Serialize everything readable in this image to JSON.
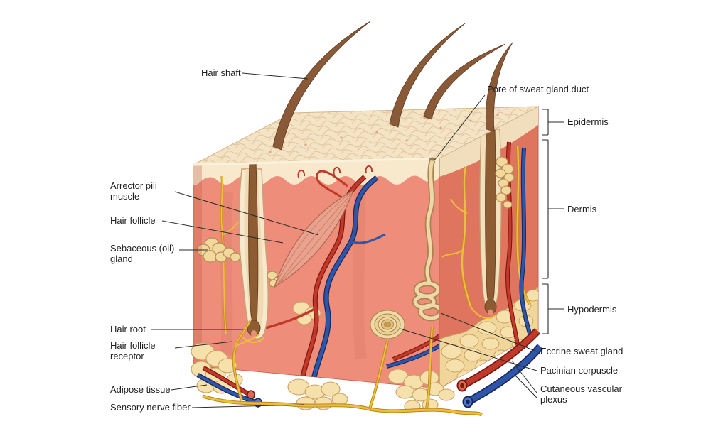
{
  "figure": {
    "type": "anatomical-diagram",
    "subject": "Cross-section of human skin",
    "background": "#ffffff"
  },
  "colors": {
    "epidermis_top": "#f4e3c4",
    "epidermis_band": "#f8e9cd",
    "dermis_front": "#ee8d79",
    "dermis_side": "#e0755f",
    "adipose": "#f6e0ac",
    "adipose_outline": "#c9a05e",
    "hair_brown": "#8a5a38",
    "artery_red": "#c0392b",
    "vein_blue": "#2f55a8",
    "nerve_yellow": "#ecbe3c",
    "sweat_gland": "#eed7a8",
    "muscle": "#e8a28d",
    "label_text": "#1e1e1e"
  },
  "labels": {
    "left": [
      {
        "name": "hair-shaft",
        "lines": [
          "Hair shaft"
        ]
      },
      {
        "name": "arrector-pili-muscle",
        "lines": [
          "Arrector pili",
          "muscle"
        ]
      },
      {
        "name": "hair-follicle",
        "lines": [
          "Hair follicle"
        ]
      },
      {
        "name": "sebaceous-gland",
        "lines": [
          "Sebaceous (oil)",
          "gland"
        ]
      },
      {
        "name": "hair-root",
        "lines": [
          "Hair root"
        ]
      },
      {
        "name": "hair-follicle-receptor",
        "lines": [
          "Hair follicle",
          "receptor"
        ]
      },
      {
        "name": "adipose-tissue",
        "lines": [
          "Adipose tissue"
        ]
      },
      {
        "name": "sensory-nerve-fiber",
        "lines": [
          "Sensory nerve fiber"
        ]
      }
    ],
    "right": [
      {
        "name": "pore-of-sweat-gland-duct",
        "lines": [
          "Pore of sweat gland duct"
        ]
      },
      {
        "name": "epidermis",
        "lines": [
          "Epidermis"
        ]
      },
      {
        "name": "dermis",
        "lines": [
          "Dermis"
        ]
      },
      {
        "name": "hypodermis",
        "lines": [
          "Hypodermis"
        ]
      },
      {
        "name": "eccrine-sweat-gland",
        "lines": [
          "Eccrine sweat gland"
        ]
      },
      {
        "name": "pacinian-corpuscle",
        "lines": [
          "Pacinian corpuscle"
        ]
      },
      {
        "name": "cutaneous-vascular-plexus",
        "lines": [
          "Cutaneous vascular",
          "plexus"
        ]
      }
    ]
  }
}
